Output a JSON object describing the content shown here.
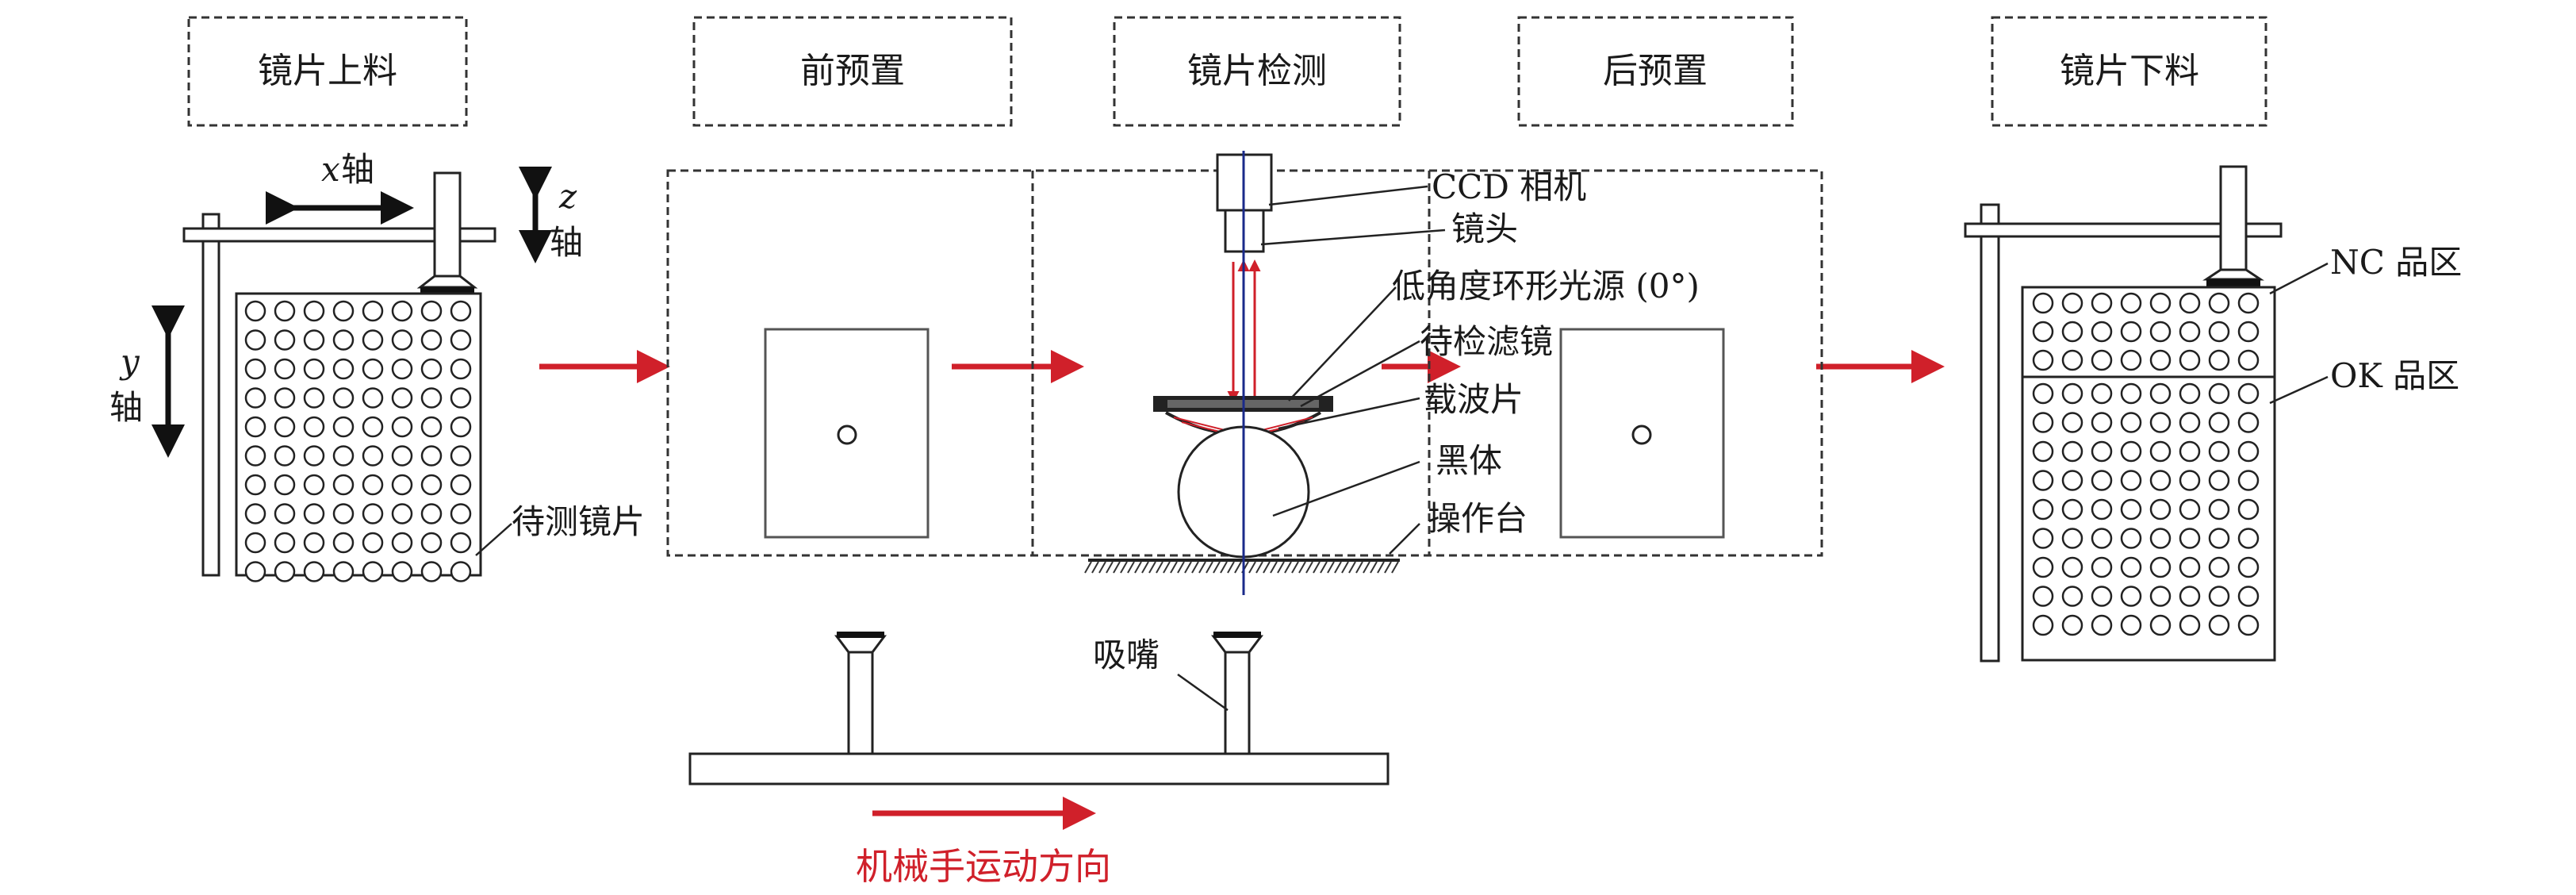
{
  "stages": {
    "loading": "镜片上料",
    "pre_position": "前预置",
    "inspection": "镜片检测",
    "post_position": "后预置",
    "unloading": "镜片下料"
  },
  "axes": {
    "x_var": "x",
    "x_word": "轴",
    "z_var": "z",
    "z_word": "轴",
    "y_var": "y",
    "y_word": "轴"
  },
  "labels": {
    "lens_to_test": "待测镜片",
    "ccd_camera": "CCD 相机",
    "lens": "镜头",
    "ring_light": "低角度环形光源 (0°)",
    "filter_to_test": "待检滤镜",
    "slide": "载波片",
    "black_body": "黑体",
    "stage_table": "操作台",
    "nozzle": "吸嘴",
    "nc_zone": "NC 品区",
    "ok_zone": "OK 品区",
    "robot_direction": "机械手运动方向"
  },
  "colors": {
    "arrow_red": "#d0202a",
    "line": "#222222",
    "beam_blue": "#1a2a8a"
  }
}
